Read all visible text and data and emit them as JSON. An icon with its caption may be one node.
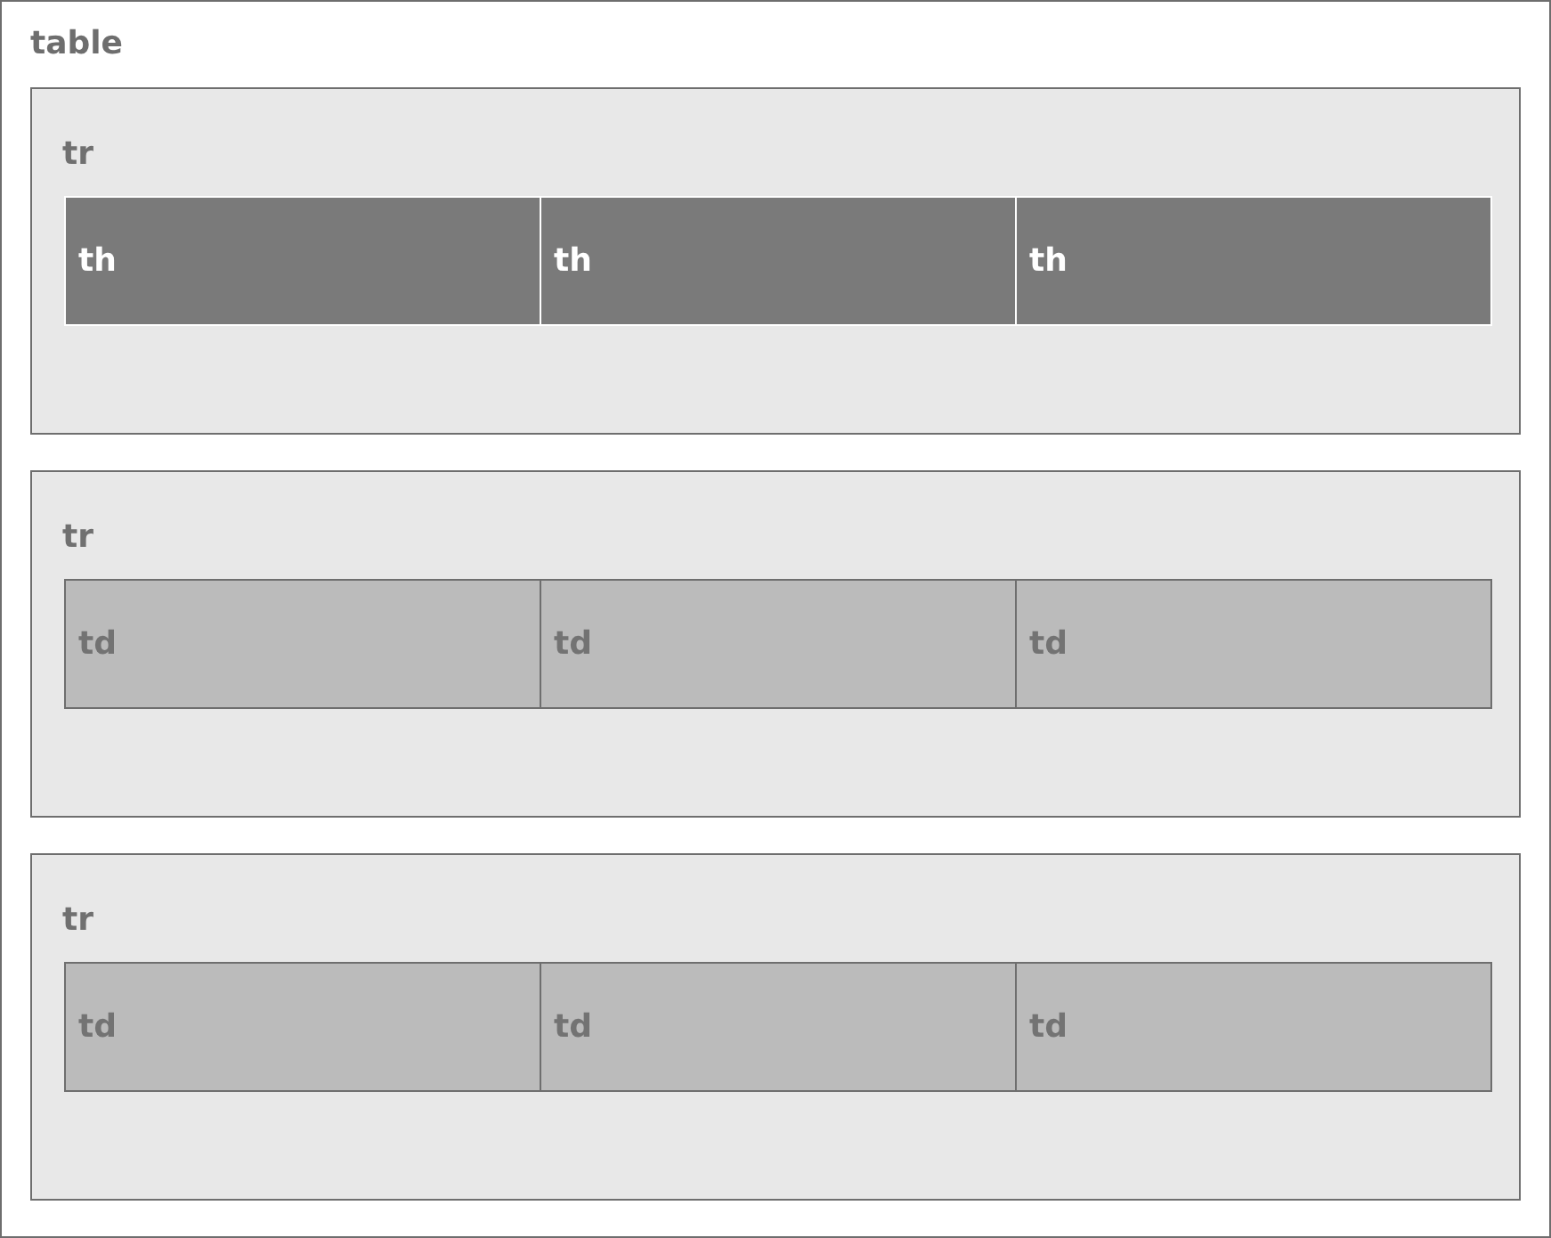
{
  "diagram": {
    "nodes": [
      {
        "text": [
          "table"
        ]
      },
      {
        "text": [
          "tr"
        ],
        "in": 0
      },
      {
        "text": [
          "th"
        ],
        "in": 1
      },
      {
        "text": [
          "th"
        ],
        "in": 1
      },
      {
        "text": [
          "th"
        ],
        "in": 1
      },
      {
        "text": [
          "tr"
        ],
        "in": 0
      },
      {
        "text": [
          "td"
        ],
        "in": 5
      },
      {
        "text": [
          "td"
        ],
        "in": 5
      },
      {
        "text": [
          "td"
        ],
        "in": 5
      },
      {
        "text": [
          "tr"
        ],
        "in": 0
      },
      {
        "text": [
          "td"
        ],
        "in": 9
      },
      {
        "text": [
          "td"
        ],
        "in": 9
      },
      {
        "text": [
          "td"
        ],
        "in": 9
      }
    ]
  }
}
